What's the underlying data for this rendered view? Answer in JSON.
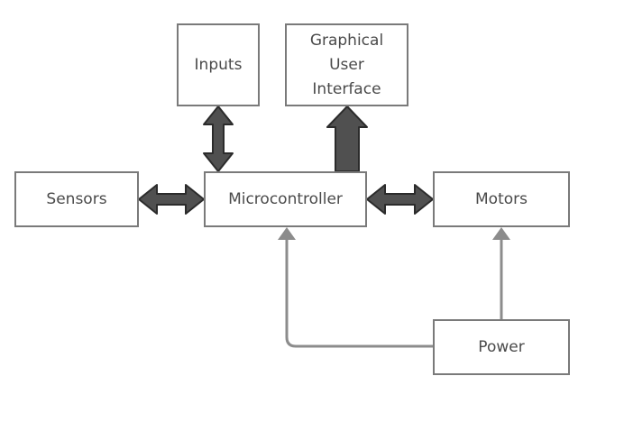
{
  "diagram": {
    "nodes": {
      "inputs": "Inputs",
      "gui": "Graphical\nUser\nInterface",
      "sensors": "Sensors",
      "microcontroller": "Microcontroller",
      "motors": "Motors",
      "power": "Power"
    },
    "edges": [
      {
        "from": "inputs",
        "to": "microcontroller",
        "style": "bidirectional-block-arrow"
      },
      {
        "from": "microcontroller",
        "to": "gui",
        "style": "block-arrow"
      },
      {
        "from": "sensors",
        "to": "microcontroller",
        "style": "bidirectional-block-arrow"
      },
      {
        "from": "microcontroller",
        "to": "motors",
        "style": "bidirectional-block-arrow"
      },
      {
        "from": "power",
        "to": "microcontroller",
        "style": "line-arrow"
      },
      {
        "from": "power",
        "to": "motors",
        "style": "line-arrow"
      }
    ],
    "colors": {
      "box_border": "#7a7a7a",
      "text": "#4a4a4a",
      "block_arrow_fill": "#505050",
      "block_arrow_stroke": "#2b2b2b",
      "line_arrow": "#8c8c8c"
    }
  }
}
